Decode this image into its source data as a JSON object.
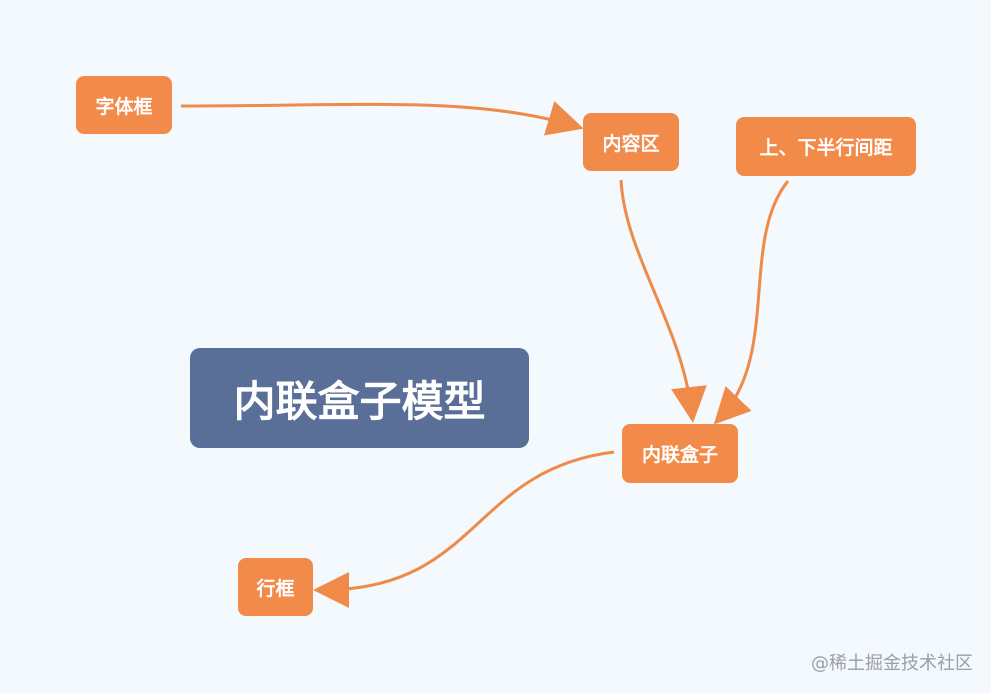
{
  "diagram": {
    "title": "内联盒子模型",
    "nodes": {
      "font_box": "字体框",
      "content_area": "内容区",
      "half_leading": "上、下半行间距",
      "inline_box": "内联盒子",
      "line_box": "行框"
    },
    "colors": {
      "background": "#f4f9fe",
      "node_fill": "#f28a4a",
      "title_fill": "#5a6f98",
      "arrow": "#ef8a48",
      "text": "#ffffff",
      "watermark": "#9aa0a6"
    }
  },
  "watermark": "@稀土掘金技术社区"
}
